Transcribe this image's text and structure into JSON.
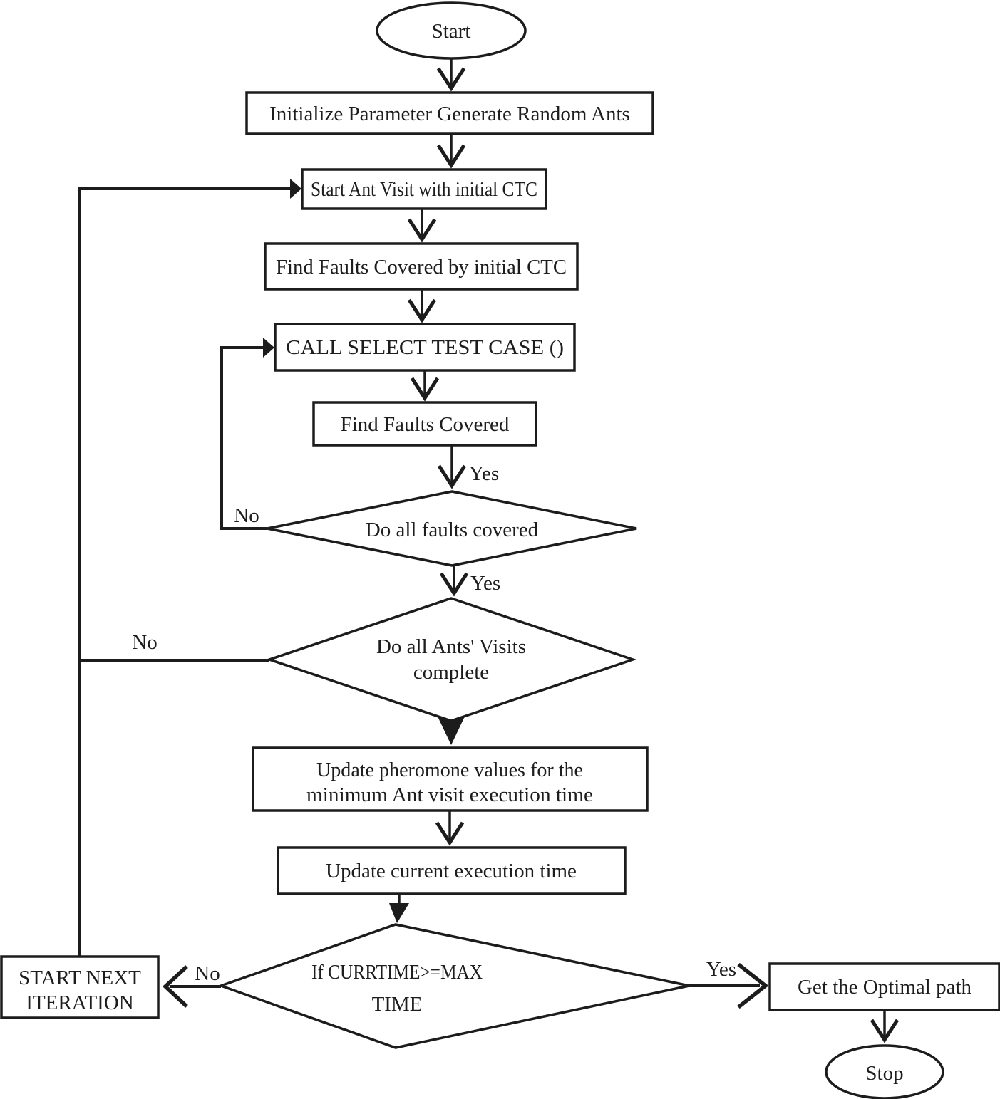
{
  "diagram": {
    "type": "flowchart",
    "background": "#ffffff",
    "stroke_color": "#1c1c1c",
    "nodes": {
      "start": {
        "type": "terminator",
        "label": "Start"
      },
      "initialize": {
        "type": "process",
        "label": "Initialize Parameter Generate Random Ants"
      },
      "start_ant_visit": {
        "type": "process",
        "label": "Start Ant Visit with initial CTC"
      },
      "find_faults_initial": {
        "type": "process",
        "label": "Find Faults Covered by initial CTC"
      },
      "call_select_test_case": {
        "type": "process",
        "label": "CALL SELECT TEST CASE ()"
      },
      "find_faults_covered": {
        "type": "process",
        "label": "Find Faults Covered"
      },
      "all_faults_covered": {
        "type": "decision",
        "label": "Do all faults covered"
      },
      "all_ant_visits_complete": {
        "type": "decision",
        "line1": "Do all Ants' Visits",
        "line2": "complete"
      },
      "update_pheromone": {
        "type": "process",
        "line1": "Update pheromone values for the",
        "line2": "minimum Ant visit execution time"
      },
      "update_current_time": {
        "type": "process",
        "label": "Update current execution time"
      },
      "currtime_check": {
        "type": "decision",
        "line1": "If CURRTIME>=MAX",
        "line2": "TIME"
      },
      "start_next_iteration": {
        "type": "process",
        "line1": "START NEXT",
        "line2": "ITERATION"
      },
      "get_optimal_path": {
        "type": "process",
        "label": "Get the Optimal path"
      },
      "stop": {
        "type": "terminator",
        "label": "Stop"
      }
    },
    "edge_labels": {
      "after_find_faults_yes": "Yes",
      "all_faults_no": "No",
      "all_faults_yes": "Yes",
      "all_visits_no": "No",
      "time_yes": "Yes",
      "time_no": "No"
    }
  }
}
